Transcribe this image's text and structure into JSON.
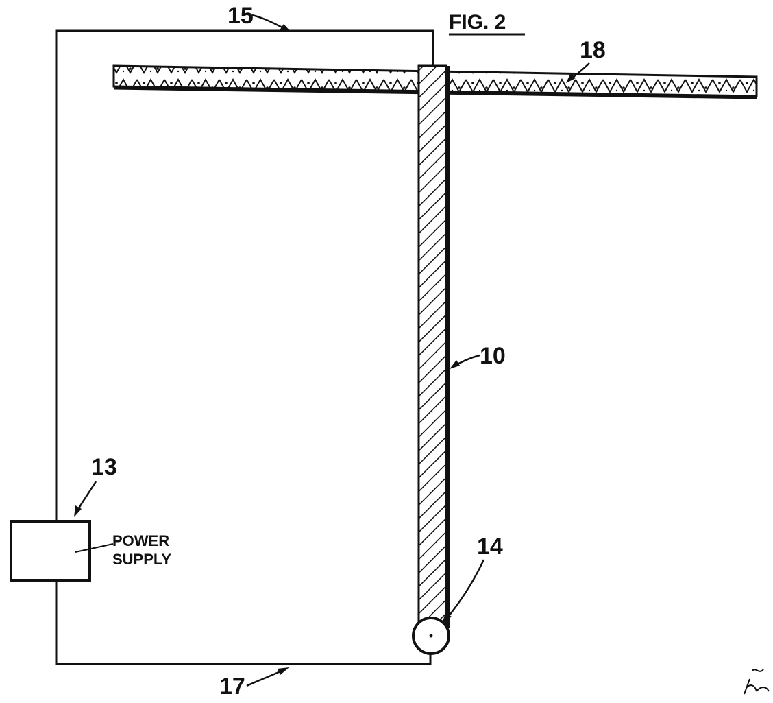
{
  "figure": {
    "title": "FIG. 2"
  },
  "power_supply": {
    "label_line1": "POWER",
    "label_line2": "SUPPLY"
  },
  "reference_numerals": {
    "n10": "10",
    "n13": "13",
    "n14": "14",
    "n15": "15",
    "n17": "17",
    "n18": "18"
  },
  "colors": {
    "ink": "#111111",
    "paper": "#ffffff"
  }
}
